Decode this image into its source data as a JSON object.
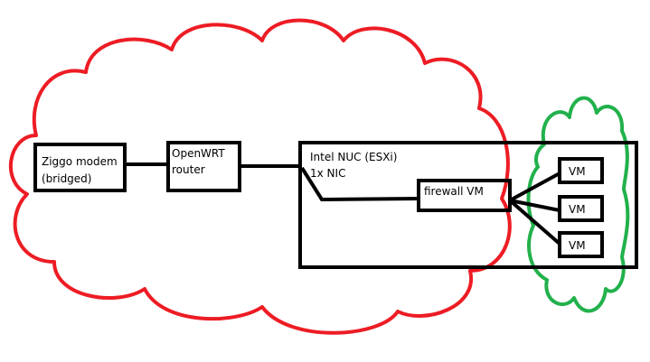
{
  "colors": {
    "line": "#000000",
    "red_cloud": "#ed1c24",
    "green_cloud": "#22b14c",
    "background": "#ffffff"
  },
  "nodes": {
    "modem": {
      "line1": "Ziggo modem",
      "line2": "(bridged)"
    },
    "router": {
      "line1": "OpenWRT",
      "line2": "router"
    },
    "nuc": {
      "line1": "Intel NUC (ESXi)",
      "line2": "1x NIC"
    },
    "firewall": {
      "label": "firewall VM"
    },
    "vms": [
      {
        "label": "VM"
      },
      {
        "label": "VM"
      },
      {
        "label": "VM"
      }
    ]
  },
  "clouds": [
    {
      "name": "red-cloud",
      "color_ref": "red_cloud"
    },
    {
      "name": "green-cloud",
      "color_ref": "green_cloud"
    }
  ]
}
